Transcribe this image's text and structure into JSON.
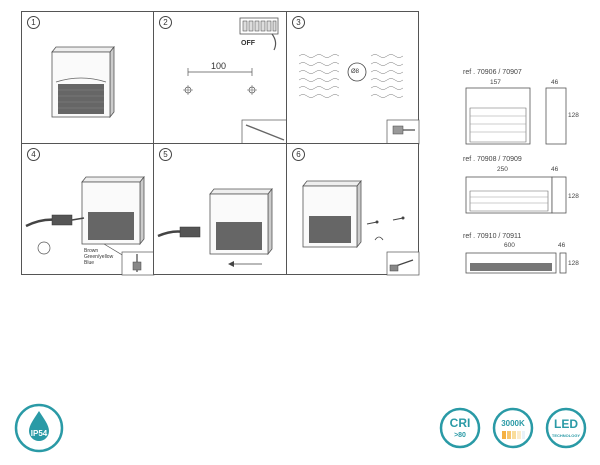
{
  "steps": {
    "s1": "1",
    "s2": "2",
    "s3": "3",
    "s4": "4",
    "s5": "5",
    "s6": "6"
  },
  "step2": {
    "off_label": "OFF",
    "distance": "100"
  },
  "step3": {
    "drill": "Ø8"
  },
  "wiring": {
    "brown": "Brown",
    "green_yellow": "Green/yellow",
    "blue": "Blue"
  },
  "specs": [
    {
      "ref": "ref . 70906 / 70907",
      "width": "157",
      "depth": "46",
      "height": "128"
    },
    {
      "ref": "ref . 70908 / 70909",
      "width": "250",
      "depth": "46",
      "height": "128"
    },
    {
      "ref": "ref . 70910 / 70911",
      "width": "600",
      "depth": "46",
      "height": "128"
    }
  ],
  "badges": {
    "ip": "IP54",
    "cri": "CRI",
    "cri_value": ">80",
    "cct": "3000K",
    "led": "LED",
    "led_sub": "TECHNOLOGY"
  },
  "colors": {
    "teal": "#2a9aa6",
    "outline": "#555555"
  }
}
